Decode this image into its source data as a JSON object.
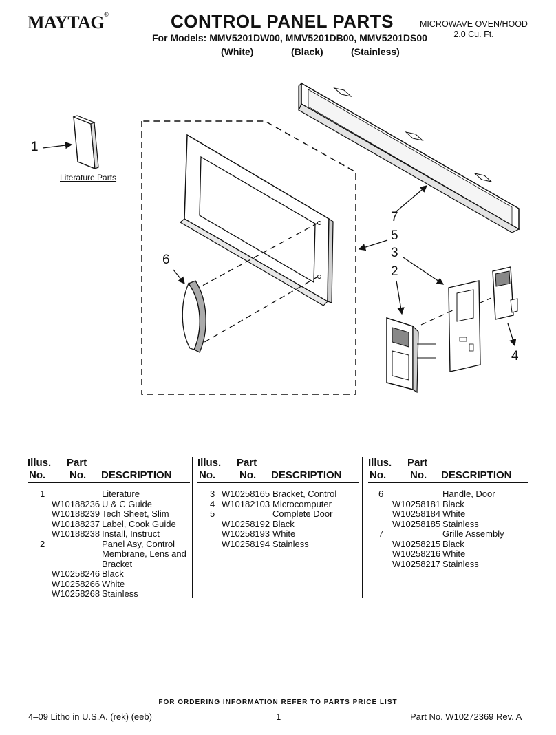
{
  "header": {
    "brand": "MAYTAG",
    "brand_mark": "®",
    "title": "CONTROL PANEL PARTS",
    "models": "For Models: MMV5201DW00, MMV5201DB00, MMV5201DS00",
    "colors": [
      "(White)",
      "(Black)",
      "(Stainless)"
    ],
    "product_line1": "MICROWAVE OVEN/HOOD",
    "product_line2": "2.0 Cu. Ft."
  },
  "diagram": {
    "literature_label": "Literature Parts",
    "callouts": [
      "1",
      "2",
      "3",
      "4",
      "5",
      "6",
      "7"
    ]
  },
  "table": {
    "headers": {
      "illus_1": "Illus.",
      "illus_2": "No.",
      "part_1": "Part",
      "part_2": "No.",
      "desc": "DESCRIPTION"
    },
    "columns": [
      [
        {
          "illus": "1",
          "part": "",
          "desc": "Literature"
        },
        {
          "illus": "",
          "part": "W10188236",
          "desc": "U & C Guide"
        },
        {
          "illus": "",
          "part": "W10188239",
          "desc": "Tech Sheet, Slim"
        },
        {
          "illus": "",
          "part": "W10188237",
          "desc": "Label, Cook Guide"
        },
        {
          "illus": "",
          "part": "W10188238",
          "desc": "Install, Instruct"
        },
        {
          "illus": "2",
          "part": "",
          "desc": "Panel Asy, Control"
        },
        {
          "illus": "",
          "part": "",
          "desc": "Membrane, Lens and"
        },
        {
          "illus": "",
          "part": "",
          "desc": "Bracket"
        },
        {
          "illus": "",
          "part": "W10258246",
          "desc": "Black"
        },
        {
          "illus": "",
          "part": "W10258266",
          "desc": "White"
        },
        {
          "illus": "",
          "part": "W10258268",
          "desc": "Stainless"
        }
      ],
      [
        {
          "illus": "3",
          "part": "W10258165",
          "desc": "Bracket, Control"
        },
        {
          "illus": "4",
          "part": "W10182103",
          "desc": "Microcomputer"
        },
        {
          "illus": "5",
          "part": "",
          "desc": "Complete Door"
        },
        {
          "illus": "",
          "part": "W10258192",
          "desc": "Black"
        },
        {
          "illus": "",
          "part": "W10258193",
          "desc": "White"
        },
        {
          "illus": "",
          "part": "W10258194",
          "desc": "Stainless"
        }
      ],
      [
        {
          "illus": "6",
          "part": "",
          "desc": "Handle, Door"
        },
        {
          "illus": "",
          "part": "W10258181",
          "desc": "Black"
        },
        {
          "illus": "",
          "part": "W10258184",
          "desc": "White"
        },
        {
          "illus": "",
          "part": "W10258185",
          "desc": "Stainless"
        },
        {
          "illus": "7",
          "part": "",
          "desc": "Grille Assembly"
        },
        {
          "illus": "",
          "part": "W10258215",
          "desc": "Black"
        },
        {
          "illus": "",
          "part": "W10258216",
          "desc": "White"
        },
        {
          "illus": "",
          "part": "W10258217",
          "desc": "Stainless"
        }
      ]
    ]
  },
  "footer": {
    "ordering_note": "FOR ORDERING INFORMATION REFER TO PARTS PRICE LIST",
    "litho": "4–09 Litho in U.S.A. (rek) (eeb)",
    "page": "1",
    "part_no": "Part No. W10272369 Rev. A"
  }
}
